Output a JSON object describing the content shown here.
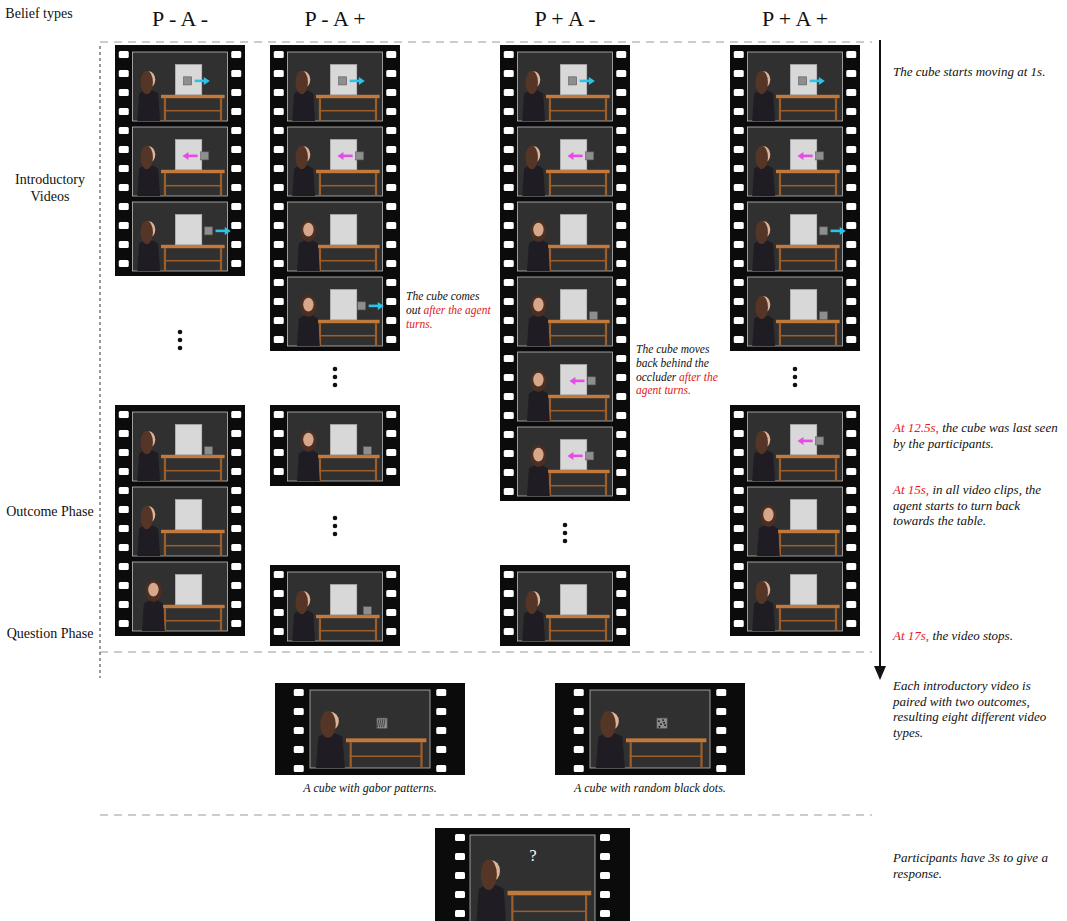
{
  "diagram": {
    "labels": [
      "Belief types",
      "P - A -",
      "P - A +",
      "P + A -",
      "P + A +",
      "Introductory Videos",
      "Outcome Phase",
      "Question Phase",
      "The cube comes out",
      "after the agent turns.",
      "The cube moves back behind the occluder",
      "after the agent turns.",
      "The cube starts moving at 1s.",
      "At 12.5s,",
      "the cube was last seen by the participants.",
      "At 15s,",
      "in all video clips, the agent starts to turn back towards the table.",
      "At 17s,",
      "the video stops.",
      "Each introductory video is paired with two outcomes, resulting eight different video types.",
      "A cube with gabor patterns.",
      "A cube with random black dots.",
      "?",
      "Participants have 3s to give a response."
    ]
  }
}
